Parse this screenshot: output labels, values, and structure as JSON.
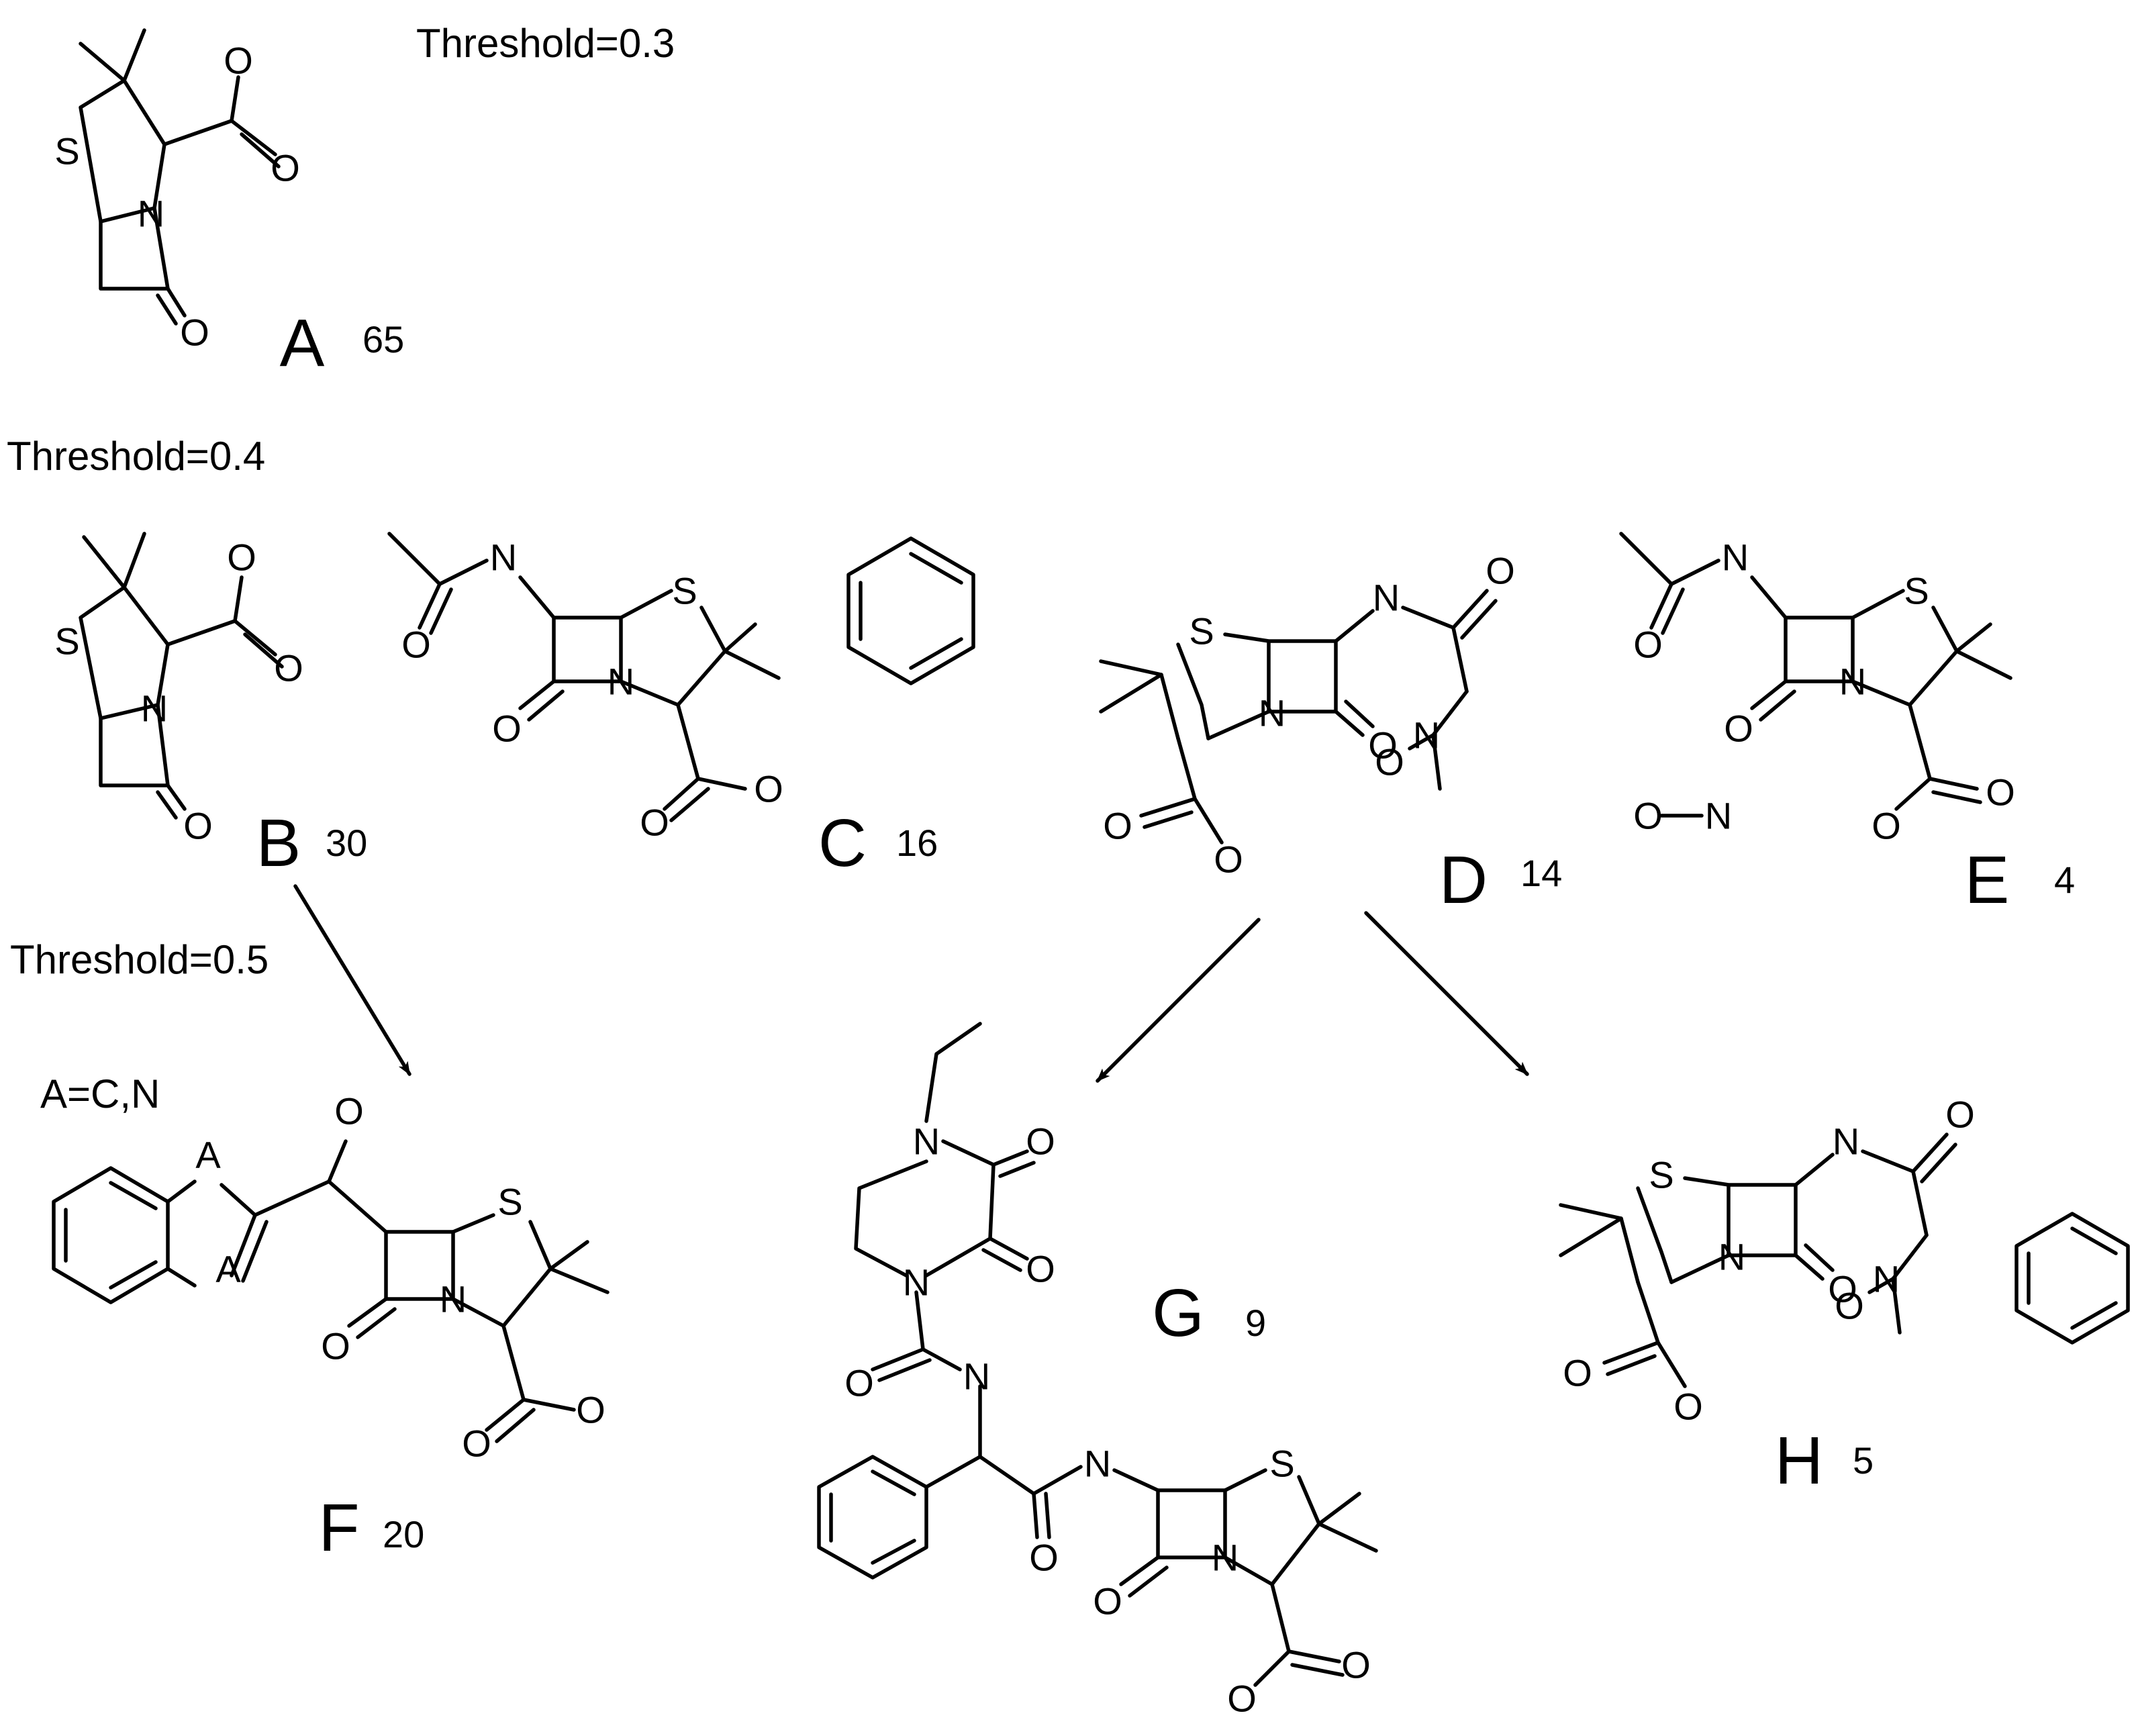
{
  "thresholds": {
    "t1": "Threshold=0.3",
    "t2": "Threshold=0.4",
    "t3": "Threshold=0.5"
  },
  "note": "A=C,N",
  "compounds": [
    {
      "letter": "A",
      "count": "65"
    },
    {
      "letter": "B",
      "count": "30"
    },
    {
      "letter": "C",
      "count": "16"
    },
    {
      "letter": "D",
      "count": "14"
    },
    {
      "letter": "E",
      "count": "4"
    },
    {
      "letter": "F",
      "count": "20"
    },
    {
      "letter": "G",
      "count": "9"
    },
    {
      "letter": "H",
      "count": "5"
    }
  ],
  "atom_symbols": {
    "S": "S",
    "N": "N",
    "O": "O",
    "A": "A"
  },
  "colors": {
    "ink": "#000000",
    "background": "#ffffff"
  }
}
